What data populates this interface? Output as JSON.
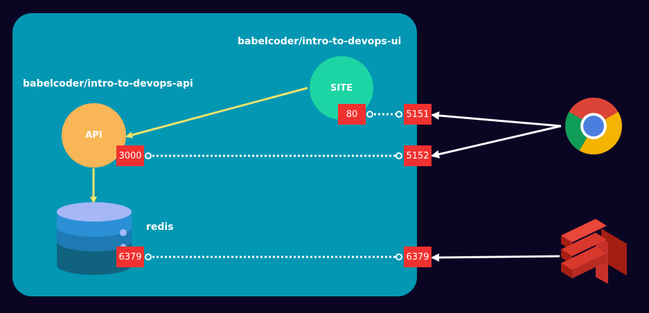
{
  "colors": {
    "background": "#0b0524",
    "panel": "#0397b3",
    "site": "#1dd4a5",
    "api": "#f9b656",
    "port": "#f0312f",
    "link_yellow": "#f3e36a",
    "link_white": "#ffffff"
  },
  "labels": {
    "ui_image": "babelcoder/intro-to-devops-ui",
    "api_image": "babelcoder/intro-to-devops-api",
    "redis": "redis"
  },
  "nodes": {
    "site": "SITE",
    "api": "API"
  },
  "ports": {
    "site_container": "80",
    "site_host": "5151",
    "api_container": "3000",
    "api_host": "5152",
    "redis_container": "6379",
    "redis_host": "6379"
  },
  "icons": {
    "browser": "chrome-icon",
    "database": "redis-stack-icon",
    "db_symbol": "database-cylinder-icon"
  }
}
